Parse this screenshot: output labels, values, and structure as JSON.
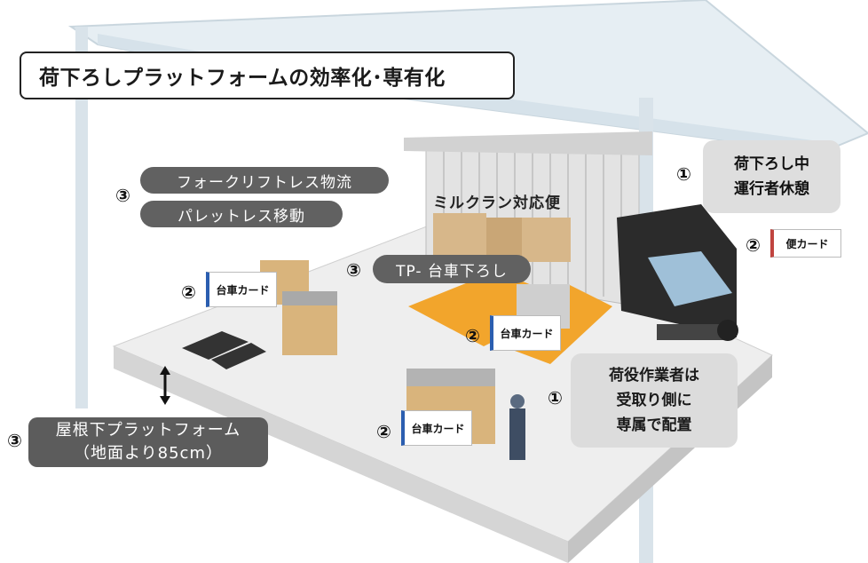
{
  "title": "荷下ろしプラットフォームの効率化･専有化",
  "markers": {
    "one": "①",
    "two": "②",
    "three": "③"
  },
  "pills": {
    "forklift_less": "フォークリフトレス物流",
    "pallet_less": "パレットレス移動",
    "tp_unload": "TP- 台車下ろし"
  },
  "milk_run": "ミルクラン対応便",
  "callouts": {
    "driver_rest": [
      "荷下ろし中",
      "運行者休憩"
    ],
    "workers": [
      "荷役作業者は",
      "受取り側に",
      "専属で配置"
    ]
  },
  "platform_label": [
    "屋根下プラットフォーム",
    "（地面より85cm）"
  ],
  "cards": {
    "dolly": "台車カード",
    "truck": "便カード"
  },
  "colors": {
    "accent_blue": "#2b5eb0",
    "accent_red": "#c0443f",
    "loading_orange": "#f2a52c"
  }
}
